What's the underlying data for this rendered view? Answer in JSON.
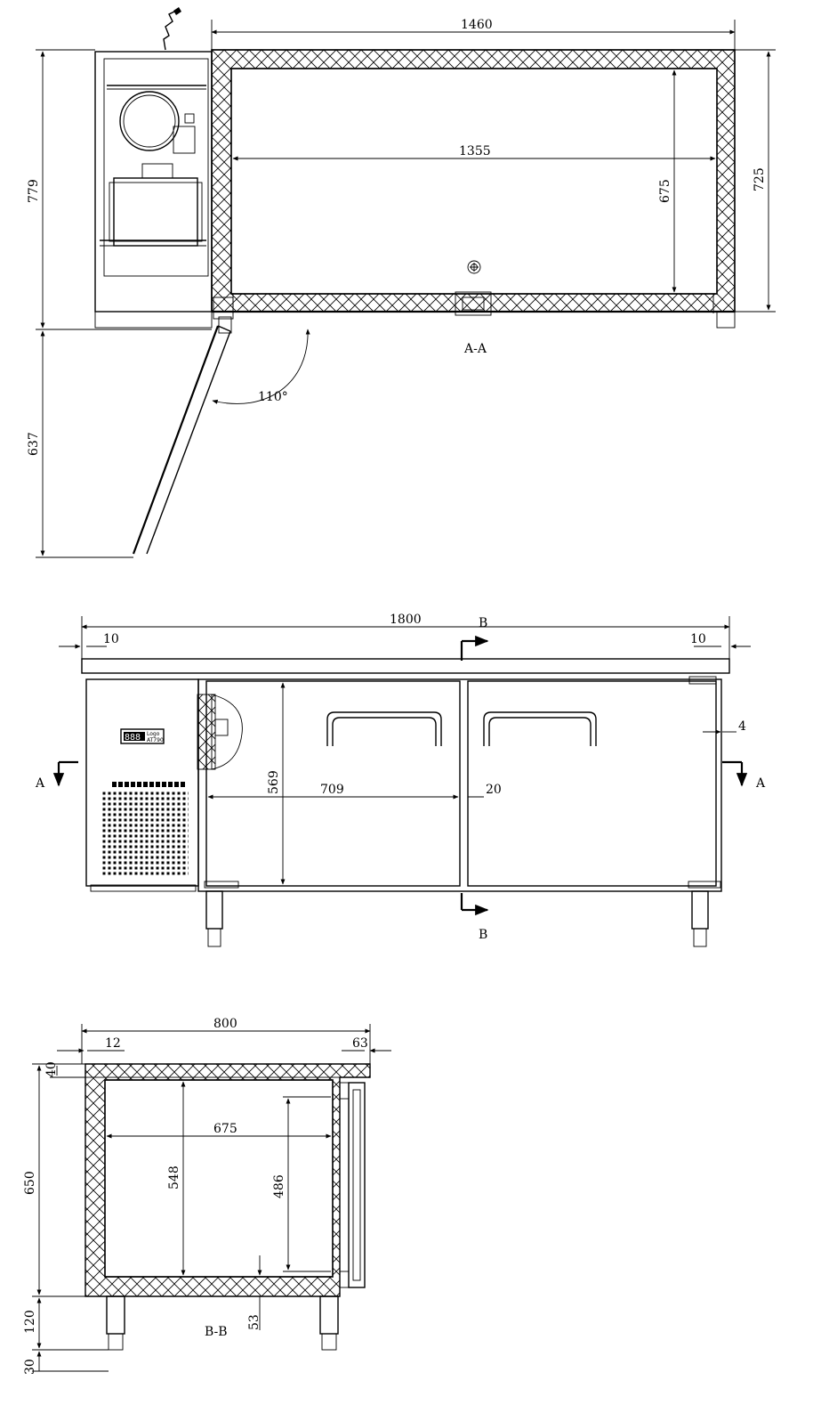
{
  "views": {
    "plan": {
      "section_label": "A-A",
      "dims": {
        "overall_width": "1460",
        "inner_width": "1355",
        "inner_depth": "675",
        "body_depth": "725",
        "total_depth": "779",
        "door_swing": "637",
        "door_angle": "110°"
      }
    },
    "front": {
      "section_marker": "A",
      "cut_marker": "B",
      "controller_brand": "Logo",
      "controller_model": "AT790",
      "dims": {
        "overall_width": "1800",
        "overhang_left": "10",
        "overhang_right": "10",
        "door_height": "569",
        "door_width": "709",
        "door_gap": "20",
        "side_gap": "4"
      }
    },
    "section": {
      "section_label": "B-B",
      "dims": {
        "overall_depth": "800",
        "back_offset": "12",
        "front_offset": "63",
        "top_thickness": "40",
        "cabinet_height": "650",
        "inner_height": "548",
        "inner_depth": "675",
        "door_opening": "486",
        "bottom_gap": "53",
        "leg_height": "120",
        "foot_height": "30"
      }
    }
  }
}
